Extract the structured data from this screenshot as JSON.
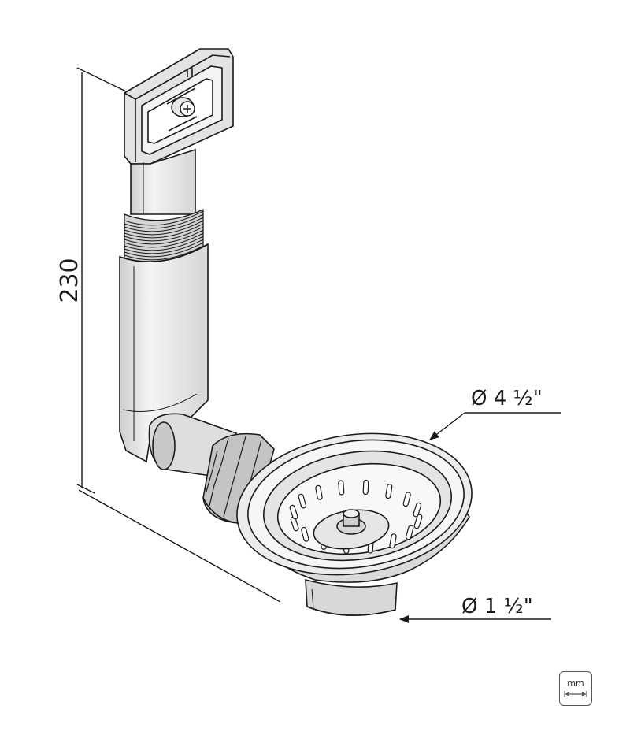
{
  "dimensions": {
    "height": "230",
    "basket_diameter": "Ø 4 ½\"",
    "outlet_diameter": "Ø 1 ½\""
  },
  "unit_badge": {
    "label": "mm",
    "icon": "double-arrow-icon"
  },
  "colors": {
    "line": "#1a1a1a",
    "fill_light": "#f1f1f1",
    "fill_mid": "#dcdcdc",
    "fill_dark": "#bdbdbd"
  }
}
